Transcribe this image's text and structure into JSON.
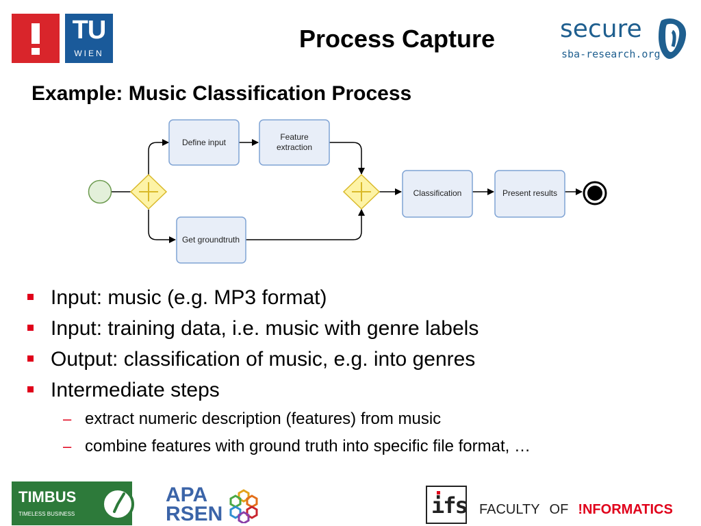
{
  "header": {
    "title": "Process Capture",
    "logo_left_letters": "TU",
    "logo_left_city": "WIEN",
    "logo_right_word": "secure",
    "logo_right_domain": "sba-research.org"
  },
  "slide": {
    "heading": "Example: Music Classification Process"
  },
  "diagram": {
    "tasks": {
      "define_input": "Define input",
      "feature_extraction_line1": "Feature",
      "feature_extraction_line2": "extraction",
      "get_groundtruth": "Get groundtruth",
      "classification": "Classification",
      "present_results": "Present results"
    },
    "colors": {
      "task_fill": "#e8eef8",
      "task_stroke": "#7fa3d4",
      "gateway_fill": "#fdf3a6",
      "gateway_stroke": "#d9b92a",
      "start_fill": "#e3f0da",
      "start_stroke": "#6c9a4f",
      "end_stroke": "#000000"
    }
  },
  "bullets": [
    "Input: music (e.g. MP3 format)",
    "Input: training data, i.e. music with genre labels",
    "Output: classification of music, e.g. into genres",
    "Intermediate steps"
  ],
  "subbullets": [
    "extract numeric description (features) from music",
    "combine features with ground truth into specific file format, …"
  ],
  "footer": {
    "timbus_word": "TIMBUS",
    "timbus_sub": "TIMELESS BUSINESS",
    "apa_top": "APA",
    "apa_bottom": "RSEN",
    "ifs": "ifs",
    "faculty_w1": "FACULTY",
    "faculty_w2": "OF",
    "faculty_w3": "!NFORMATICS"
  },
  "colors": {
    "accent_red": "#e0001a",
    "tu_red": "#d9252b",
    "tu_blue": "#1a5a9a",
    "secure_blue": "#1f5f8f",
    "timbus_green": "#2d7a3a"
  }
}
